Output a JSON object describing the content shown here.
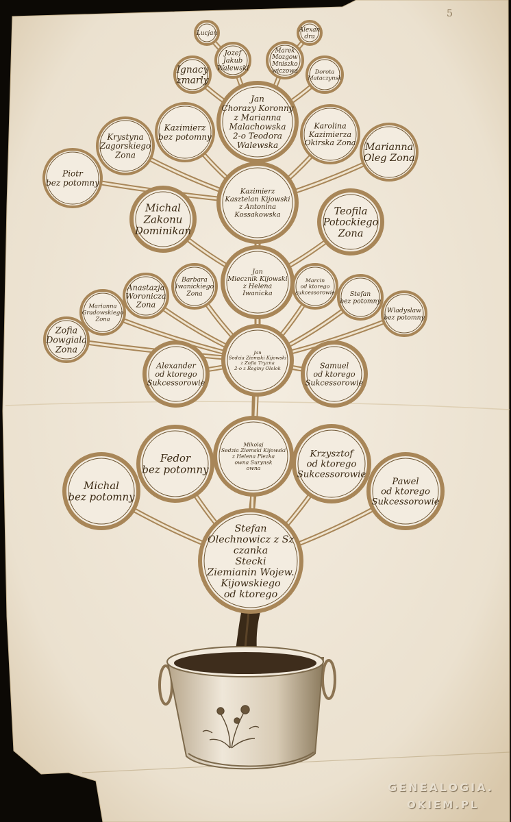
{
  "page_number": "5",
  "watermark": {
    "line1": "GENEALOGIA.",
    "line2": "OKIEM.PL"
  },
  "colors": {
    "paper": "#efe7d9",
    "ink": "#3b2a14",
    "ring": "#a88658",
    "circle_fill": "#f3ece0"
  },
  "nodes": [
    {
      "id": "n1",
      "lines": [
        "Lucjan"
      ]
    },
    {
      "id": "n2",
      "lines": [
        "Alexan",
        "dra"
      ]
    },
    {
      "id": "n3",
      "lines": [
        "Jozef",
        "Jakub",
        "Walewski"
      ]
    },
    {
      "id": "n4",
      "lines": [
        "Marek",
        "Mozgow",
        "Mniszko",
        "wiczowa"
      ]
    },
    {
      "id": "n5",
      "lines": [
        "Ignacy",
        "zmarly"
      ]
    },
    {
      "id": "n6",
      "lines": [
        "Dorota",
        "Mataczynsk"
      ]
    },
    {
      "id": "n7",
      "lines": [
        "Jan",
        "Chorazy Koronny",
        "z Marianna",
        "Malachowska",
        "2-o Teodora",
        "Walewska"
      ]
    },
    {
      "id": "n8",
      "lines": [
        "Kazimierz",
        "bez potomny"
      ]
    },
    {
      "id": "n9",
      "lines": [
        "Karolina",
        "Kazimierza",
        "Okirska Zona"
      ]
    },
    {
      "id": "n10",
      "lines": [
        "Krystyna",
        "Zagorskiego",
        "Zona"
      ]
    },
    {
      "id": "n11",
      "lines": [
        "Marianna",
        "Oleg Zona"
      ]
    },
    {
      "id": "n12",
      "lines": [
        "Piotr",
        "bez potomny"
      ]
    },
    {
      "id": "n13",
      "lines": [
        "Kazimierz",
        "Kasztelan Kijowski",
        "z Antonina",
        "Kossakowska"
      ]
    },
    {
      "id": "n14",
      "lines": [
        "Michal",
        "Zakonu",
        "Dominikan"
      ]
    },
    {
      "id": "n15",
      "lines": [
        "Teofila",
        "Potockiego",
        "Zona"
      ]
    },
    {
      "id": "n16",
      "lines": [
        "Jan",
        "Miecznik Kijowski",
        "z Helena",
        "Iwanicka"
      ]
    },
    {
      "id": "n17",
      "lines": [
        "Barbara",
        "Iwanickiego",
        "Zona"
      ]
    },
    {
      "id": "n18",
      "lines": [
        "Marcin",
        "od ktorego",
        "sukcessorowie"
      ]
    },
    {
      "id": "n19",
      "lines": [
        "Anastazja",
        "Woronicza",
        "Zona"
      ]
    },
    {
      "id": "n20",
      "lines": [
        "Stefan",
        "bez potomny"
      ]
    },
    {
      "id": "n21",
      "lines": [
        "Marianna",
        "Gradowskiego",
        "Zona"
      ]
    },
    {
      "id": "n22",
      "lines": [
        "Wladyslaw",
        "bez potomny"
      ]
    },
    {
      "id": "n23",
      "lines": [
        "Zofia",
        "Dowgiala",
        "Zona"
      ]
    },
    {
      "id": "n24",
      "lines": [
        "Jan",
        "Sedzia Ziemski Kijowski",
        "z Zofia Tryzna",
        "2-o z Reginy Olelok"
      ]
    },
    {
      "id": "n25",
      "lines": [
        "Alexander",
        "od ktorego",
        "Sukcessorowie"
      ]
    },
    {
      "id": "n26",
      "lines": [
        "Samuel",
        "od ktorego",
        "Sukcessorowie"
      ]
    },
    {
      "id": "n27",
      "lines": [
        "Mikolaj",
        "Sedzia Ziemski Kijowski",
        "z Helena Plezka",
        "owna Surynsk",
        "owna"
      ]
    },
    {
      "id": "n28",
      "lines": [
        "Fedor",
        "bez potomny"
      ]
    },
    {
      "id": "n29",
      "lines": [
        "Krzysztof",
        "od ktorego",
        "Sukcessorowie"
      ]
    },
    {
      "id": "n30",
      "lines": [
        "Michal",
        "bez potomny"
      ]
    },
    {
      "id": "n31",
      "lines": [
        "Pawel",
        "od ktorego",
        "Sukcessorowie"
      ]
    },
    {
      "id": "n32",
      "lines": [
        "Stefan",
        "Olechnowicz z Sz",
        "czanka",
        "Stecki",
        "Ziemianin Wojew.",
        "Kijowskiego",
        "od ktorego"
      ]
    }
  ]
}
